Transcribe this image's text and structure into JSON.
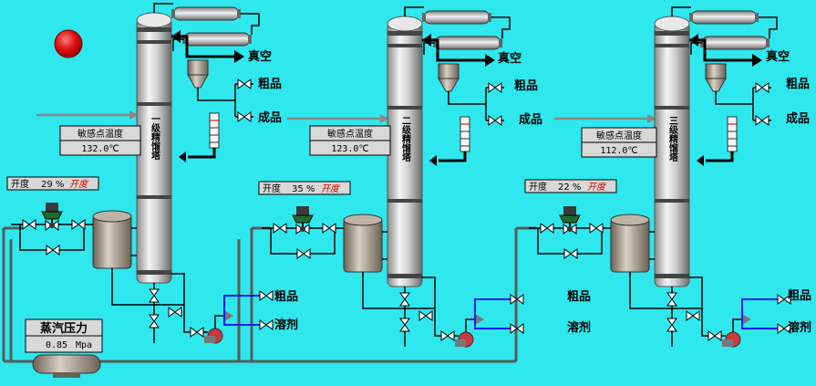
{
  "colors": {
    "background": "#2ee8ee",
    "indicator_red": "#e01010",
    "pipe_blue": "#1a1aff",
    "opening_text_red": "#d00000"
  },
  "columns": [
    {
      "name": "一级精馏塔",
      "sensor_label": "敏感点温度",
      "sensor_value": "132.0℃",
      "opening_label": "开度",
      "opening_value": "29 %",
      "opening_suffix": "开度",
      "vacuum_label": "真空",
      "crude_label": "粗品",
      "product_label": "成品",
      "bottom_crude_label": "粗品",
      "bottom_solvent_label": "溶剂"
    },
    {
      "name": "二级精馏塔",
      "sensor_label": "敏感点温度",
      "sensor_value": "123.0℃",
      "opening_label": "开度",
      "opening_value": "35 %",
      "opening_suffix": "开度",
      "vacuum_label": "真空",
      "crude_label": "粗品",
      "product_label": "成品",
      "bottom_crude_label": "粗品",
      "bottom_solvent_label": "溶剂"
    },
    {
      "name": "三级精馏塔",
      "sensor_label": "敏感点温度",
      "sensor_value": "112.0℃",
      "opening_label": "开度",
      "opening_value": "22 %",
      "opening_suffix": "开度",
      "vacuum_label": "真空",
      "crude_label": "粗品",
      "product_label": "成品",
      "bottom_crude_label": "粗品",
      "bottom_solvent_label": "溶剂"
    }
  ],
  "steam": {
    "label": "蒸汽压力",
    "value": "0.85",
    "unit": "Mpa"
  }
}
